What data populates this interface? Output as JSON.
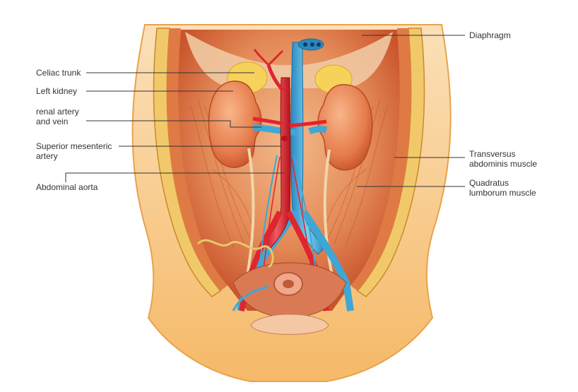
{
  "diagram": {
    "title": "",
    "labels": {
      "celiac_trunk": "Celiac trunk",
      "left_kidney": "Left kidney",
      "renal": {
        "line1": "renal artery",
        "line2": "and vein"
      },
      "sma": {
        "line1": "Superior mesenteric",
        "line2": "artery"
      },
      "aorta": "Abdominal aorta",
      "diaphragm": "Diaphragm",
      "transversus": {
        "line1": "Transversus",
        "line2": "abdominis muscle"
      },
      "quadratus": {
        "line1": "Quadratus",
        "line2": "lumborum muscle"
      }
    },
    "colors": {
      "skin": "#f7c27a",
      "muscle": "#e8834e",
      "muscle_dark": "#c9542c",
      "fat": "#f5d34a",
      "kidney": "#ec8a5a",
      "artery": "#e1242f",
      "vein": "#3fa7d6",
      "leader_line": "#333333"
    }
  }
}
